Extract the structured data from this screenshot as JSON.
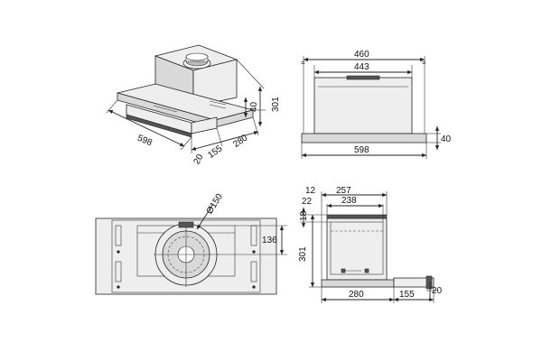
{
  "iso_view": {
    "width_label": "598",
    "depth_label": "280",
    "extension_label": "155",
    "front_label": "20",
    "height_label": "301",
    "trim_label": "40"
  },
  "front_view": {
    "top_width_label": "460",
    "inner_width_label": "443",
    "bottom_width_label": "598",
    "trim_height_label": "40"
  },
  "top_view": {
    "outlet_diameter_label": "Ø150",
    "offset_label": "136"
  },
  "side_view": {
    "top_left_label": "12",
    "top_width_label": "257",
    "second_left_label": "22",
    "second_width_label": "238",
    "top_gap_label": "18",
    "height_label": "301",
    "depth_label": "280",
    "extension_label": "155",
    "front_label": "20"
  }
}
